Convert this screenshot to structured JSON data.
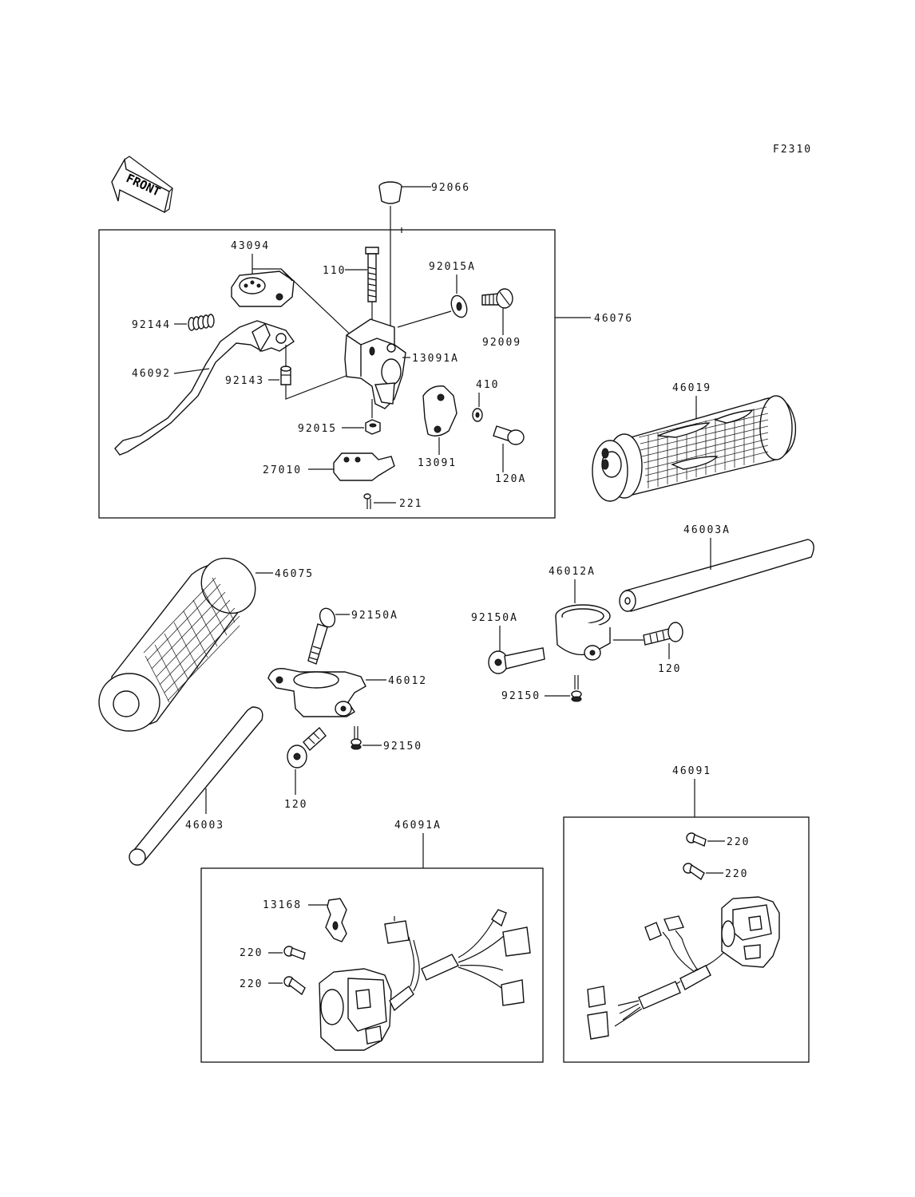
{
  "diagram_code": "F2310",
  "front_label": "FRONT",
  "labels": {
    "p92066": "92066",
    "p43094": "43094",
    "p110": "110",
    "p92015A": "92015A",
    "p46076": "46076",
    "p92144": "92144",
    "p92009": "92009",
    "p13091A": "13091A",
    "p46092": "46092",
    "p92143": "92143",
    "p410": "410",
    "p46019": "46019",
    "p92015": "92015",
    "p13091": "13091",
    "p27010": "27010",
    "p120A": "120A",
    "p221": "221",
    "p460034": "46003A",
    "p46075": "46075",
    "p460124": "46012A",
    "p92150A_l": "92150A",
    "p92150A_r": "92150A",
    "p120_r": "120",
    "p46012": "46012",
    "p92150_r": "92150",
    "p92150_l": "92150",
    "p120_l": "120",
    "p46003": "46003",
    "p46091": "46091",
    "p46091A": "46091A",
    "p220_a": "220",
    "p220_b": "220",
    "p13168": "13168",
    "p220_c": "220",
    "p220_d": "220"
  }
}
